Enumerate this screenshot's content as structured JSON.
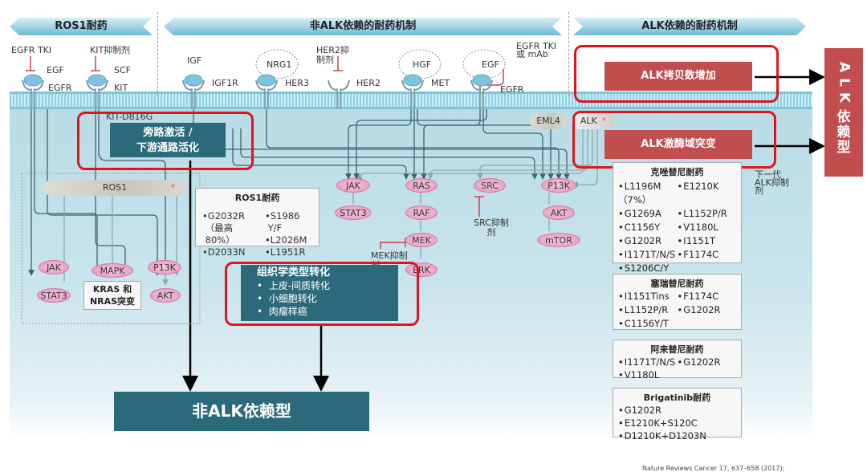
{
  "banners": {
    "ros1": "ROS1耐药",
    "non_alk": "非ALK依赖的耐药机制",
    "alk": "ALK依赖的耐药机制"
  },
  "receptors": {
    "egfr_tki": "EGFR TKI",
    "egf": "EGF",
    "egfr": "EGFR",
    "kit_inhibitor": "KIT抑制剂",
    "scf": "SCF",
    "kit": "KIT",
    "igf": "IGF",
    "igf1r": "IGF1R",
    "nrg1": "NRG1",
    "her3": "HER3",
    "her2_inhibitor": "HER2抑制剂",
    "her2": "HER2",
    "hgf": "HGF",
    "met": "MET",
    "egf2": "EGF",
    "egfr_tki_mab": "EGFR TKI 或 mAb",
    "egfr2": "EGFR",
    "kit_d816g": "KIT-D816G"
  },
  "fusion": {
    "eml4": "EML4",
    "alk": "ALK",
    "ros1": "ROS1",
    "star": "*"
  },
  "bypass_box": "旁路激活 / 下游通路活化",
  "bypass_box_lines": [
    "旁路激活 /",
    "下游通路活化"
  ],
  "ros1_nodes": {
    "jak": "JAK",
    "stat3": "STAT3",
    "mapk": "MAPK",
    "p13k": "P13K",
    "akt": "AKT",
    "kras_nras": [
      "KRAS 和",
      "NRAS突变"
    ]
  },
  "ros1_resistance": {
    "title": "ROS1耐药",
    "col1": [
      "G2032R",
      "（最高",
      "80%）",
      "D2033N"
    ],
    "col2": [
      "S1986",
      "Y/F",
      "L2026M",
      "L1951R"
    ]
  },
  "pathway_nodes": {
    "jak": "JAK",
    "stat3": "STAT3",
    "ras": "RAS",
    "raf": "RAF",
    "mek": "MEK",
    "erk": "ERK",
    "src": "SRC",
    "p13k": "P13K",
    "akt": "AKT",
    "mtor": "mTOR"
  },
  "inhibitors": {
    "mek": "MEK抑制剂",
    "src": "SRC抑制剂",
    "next_gen_alk": "下一代ALK抑制剂"
  },
  "histology_box": {
    "title": "组织学类型转化",
    "items": [
      "上皮-间质转化",
      "小细胞转化",
      "肉瘤样癌"
    ]
  },
  "non_alk_result": "非ALK依赖型",
  "alk_boxes": {
    "copy_number": "ALK拷贝数增加",
    "kinase_mutation": "ALK激酶域突变"
  },
  "alk_result": [
    "A",
    "L",
    "K",
    "依",
    "赖",
    "型"
  ],
  "crizotinib": {
    "title": "克唑替尼耐药",
    "items": [
      "L1196M（7%）",
      "E1210K",
      "G1269A",
      "L1152P/R",
      "C1156Y",
      "V1180L",
      "G1202R",
      "I1151T",
      "I1171T/N/S",
      "F1174C",
      "S1206C/Y"
    ]
  },
  "ceritinib": {
    "title": "塞瑞替尼耐药",
    "items": [
      "I1151Tins",
      "F1174C",
      "L1152P/R",
      "G1202R",
      "C1156Y/T"
    ]
  },
  "alectinib": {
    "title": "阿来替尼耐药",
    "items": [
      "I1171T/N/S",
      "G1202R",
      "V1180L"
    ]
  },
  "brigatinib": {
    "title": "Brigatinib耐药",
    "items": [
      "G1202R",
      "E1210K+S120C",
      "D1210K+D1203N"
    ]
  },
  "citation": "Nature Reviews Cancer 17, 637–658 (2017);",
  "colors": {
    "teal": "#2b6a7a",
    "alk_red": "#c14d4f",
    "highlight_red": "#e0141f",
    "node_pink": "#e592bb",
    "inhibitor_red": "#d0404a"
  }
}
